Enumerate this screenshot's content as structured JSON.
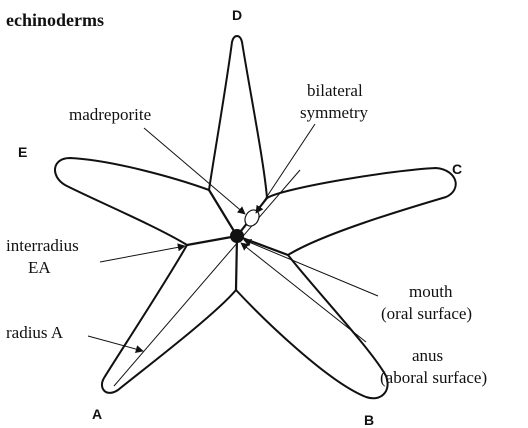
{
  "title": "echinoderms",
  "arm_labels": {
    "a": "A",
    "b": "B",
    "c": "C",
    "d": "D",
    "e": "E"
  },
  "labels": {
    "madreporite": "madreporite",
    "bilateral_line1": "bilateral",
    "bilateral_line2": "symmetry",
    "interradius_line1": "interradius",
    "interradius_line2": "EA",
    "radius_a": "radius A",
    "mouth_line1": "mouth",
    "mouth_line2": "(oral surface)",
    "anus_line1": "anus",
    "anus_line2": "(aboral surface)"
  }
}
